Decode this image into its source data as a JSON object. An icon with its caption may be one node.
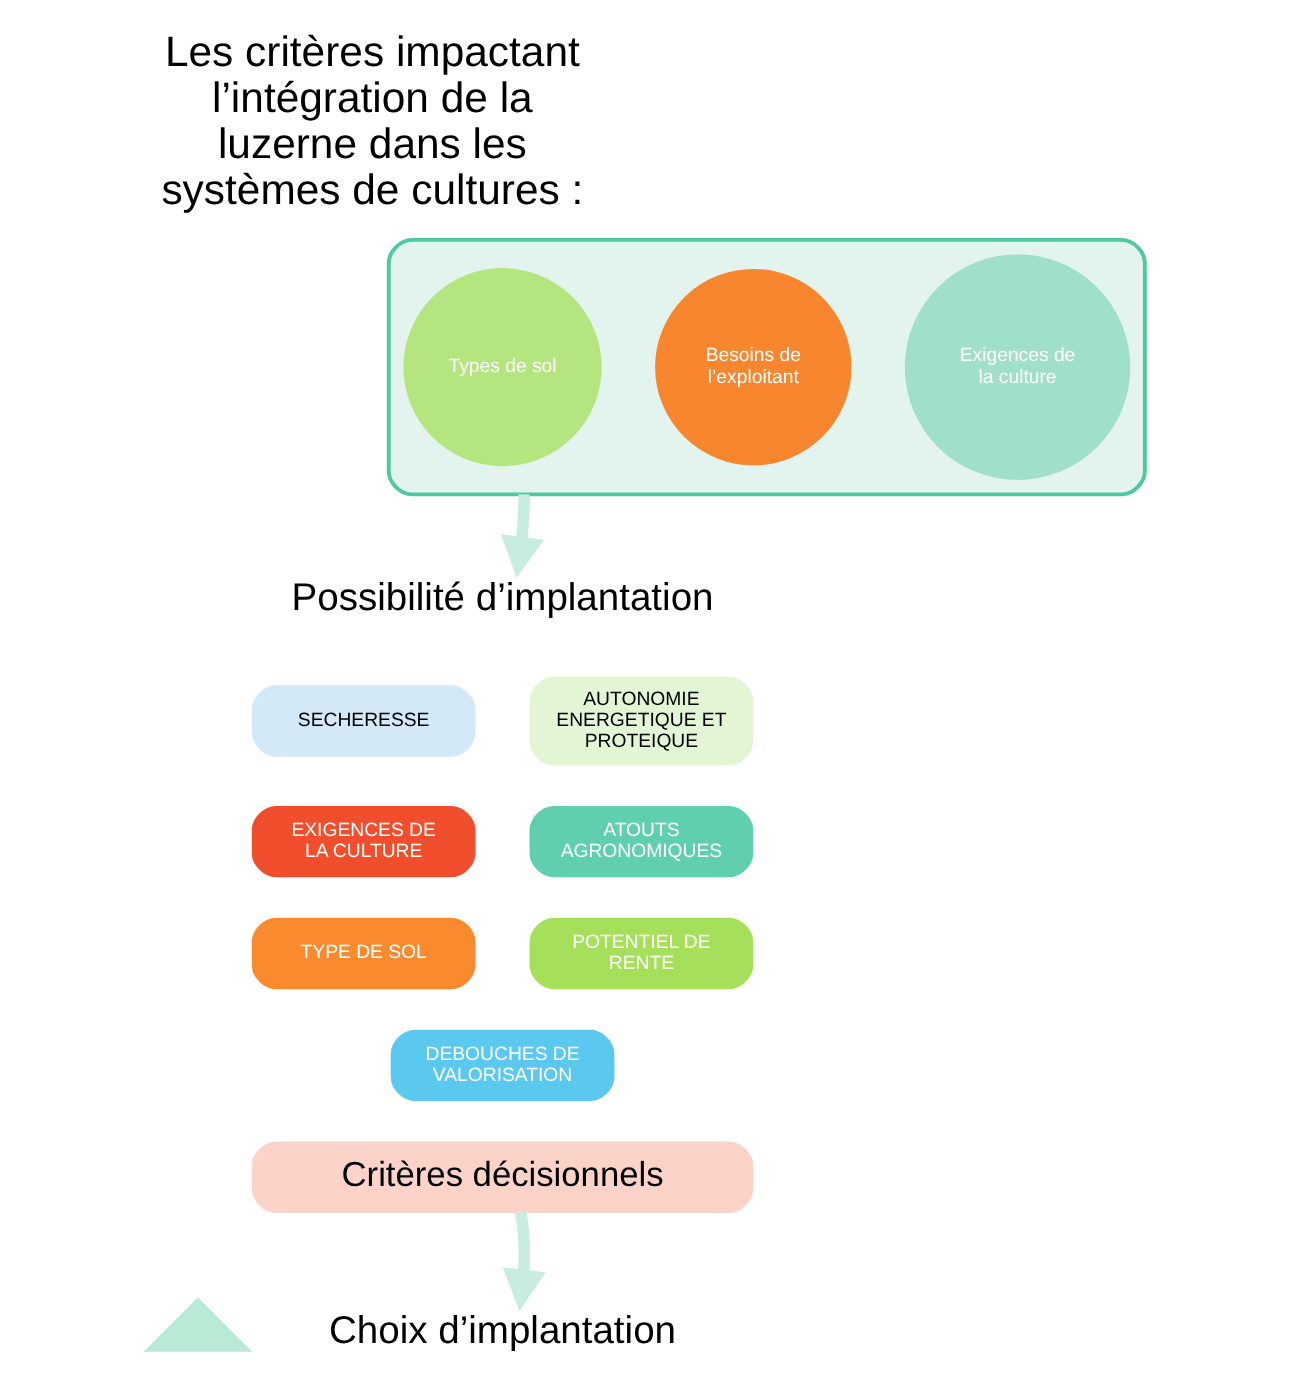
{
  "diagram": {
    "title": "Les critères impactant l’intégration de la luzerne dans les systèmes de cultures :",
    "nodes": [
      {
        "text": [],
        "shape": "funnel"
      },
      {
        "text": [
          "Types de sol"
        ],
        "in": 0
      },
      {
        "text": [
          "Besoins de l’exploitant"
        ],
        "in": 0
      },
      {
        "text": [
          "Exigences de la culture"
        ],
        "in": 0
      },
      {
        "text": [
          "Possibilité d’implantation"
        ]
      },
      {
        "text": [
          "SECHERESSE"
        ]
      },
      {
        "text": [
          "AUTONOMIE ENERGETIQUE ET PROTEIQUE"
        ]
      },
      {
        "text": [
          "ATOUTS AGRONOMIQUES"
        ]
      },
      {
        "text": [
          "EXIGENCES DE LA CULTURE"
        ]
      },
      {
        "text": [
          "POTENTIEL DE RENTE"
        ]
      },
      {
        "text": [
          "TYPE DE SOL"
        ]
      },
      {
        "text": [
          "DEBOUCHES DE VALORISATION"
        ]
      },
      {
        "text": [
          "Critères décisionnels"
        ]
      },
      {
        "text": [],
        "shape": "triangle"
      },
      {
        "text": [
          "Choix d’implantation"
        ]
      }
    ],
    "edges": [
      {
        "from": 0,
        "to": 4,
        "arrow": "to"
      },
      {
        "from": 12,
        "to": 14,
        "arrow": "to"
      }
    ]
  }
}
